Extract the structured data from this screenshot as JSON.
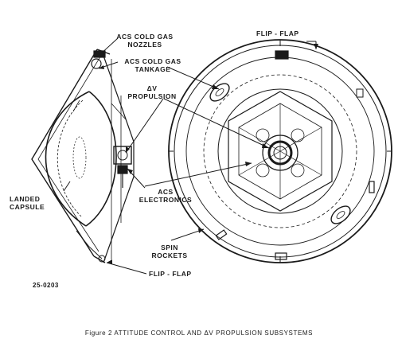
{
  "labels": {
    "acs_nozzles_l1": "ACS COLD GAS",
    "acs_nozzles_l2": "NOZZLES",
    "acs_tankage_l1": "ACS COLD GAS",
    "acs_tankage_l2": "TANKAGE",
    "dv_l1": "ΔV",
    "dv_l2": "PROPULSION",
    "flip_flap_top": "FLIP - FLAP",
    "landed_l1": "LANDED",
    "landed_l2": "CAPSULE",
    "acs_elec_l1": "ACS",
    "acs_elec_l2": "ELECTRONICS",
    "spin_l1": "SPIN",
    "spin_l2": "ROCKETS",
    "flip_flap_bottom": "FLIP - FLAP"
  },
  "drawing_number": "25-0203",
  "caption": "Figure 2  ATTITUDE CONTROL AND ΔV PROPULSION SUBSYSTEMS",
  "colors": {
    "ink": "#1a1a1a",
    "paper": "#ffffff"
  }
}
